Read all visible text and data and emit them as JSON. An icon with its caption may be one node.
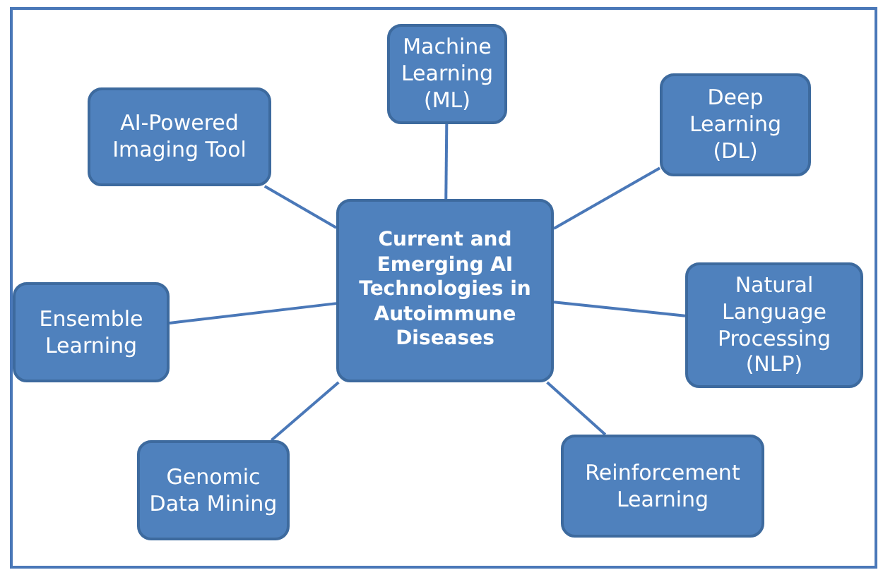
{
  "diagram": {
    "nodes": [
      {
        "text": [
          "Current and Emerging AI Technologies in Autoimmune Diseases"
        ]
      },
      {
        "text": [
          "Machine Learning (ML)"
        ]
      },
      {
        "text": [
          "AI-Powered Imaging Tool"
        ]
      },
      {
        "text": [
          "Deep Learning (DL)"
        ]
      },
      {
        "text": [
          "Ensemble Learning"
        ]
      },
      {
        "text": [
          "Natural Language Processing (NLP)"
        ]
      },
      {
        "text": [
          "Genomic Data Mining"
        ]
      },
      {
        "text": [
          "Reinforcement Learning"
        ]
      }
    ],
    "edges": [
      {
        "from": 0,
        "to": 1,
        "arrow": "none"
      },
      {
        "from": 0,
        "to": 2,
        "arrow": "none"
      },
      {
        "from": 0,
        "to": 3,
        "arrow": "none"
      },
      {
        "from": 0,
        "to": 4,
        "arrow": "none"
      },
      {
        "from": 0,
        "to": 5,
        "arrow": "none"
      },
      {
        "from": 0,
        "to": 6,
        "arrow": "none"
      },
      {
        "from": 0,
        "to": 7,
        "arrow": "none"
      }
    ]
  }
}
